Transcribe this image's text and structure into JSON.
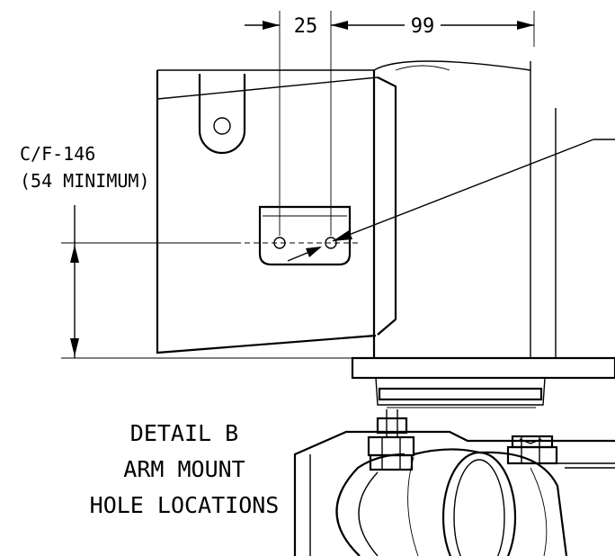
{
  "dimensions": {
    "hole_spacing": "25",
    "offset": "99",
    "vertical": "C/F-146",
    "vertical_note": "(54 MINIMUM)"
  },
  "detail": {
    "line1": "DETAIL B",
    "line2": "ARM MOUNT",
    "line3": "HOLE LOCATIONS"
  }
}
